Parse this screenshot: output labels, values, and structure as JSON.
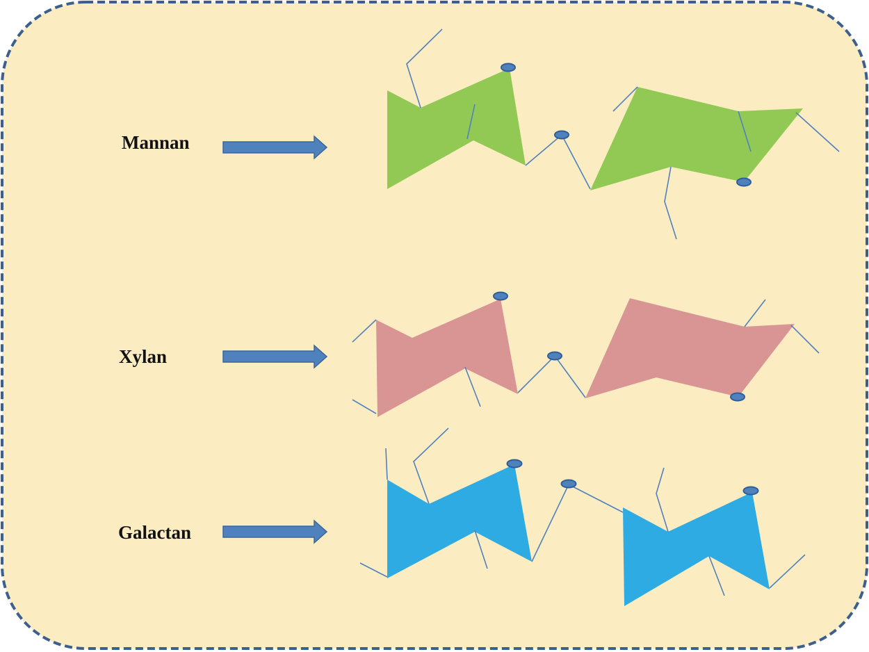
{
  "panel": {
    "background": "#fcecc2",
    "border_color": "#3d5f8e"
  },
  "colors": {
    "arrow": "#4f81bd",
    "arrow_stroke": "#3a6699",
    "bond_line": "#4f81bd",
    "oxygen_fill": "#4f81bd",
    "oxygen_stroke": "#2f5f99"
  },
  "rows": [
    {
      "id": "mannan",
      "label": "Mannan",
      "ring_color": "#92c955"
    },
    {
      "id": "xylan",
      "label": "Xylan",
      "ring_color": "#d99594"
    },
    {
      "id": "galactan",
      "label": "Galactan",
      "ring_color": "#2eabe2"
    }
  ]
}
